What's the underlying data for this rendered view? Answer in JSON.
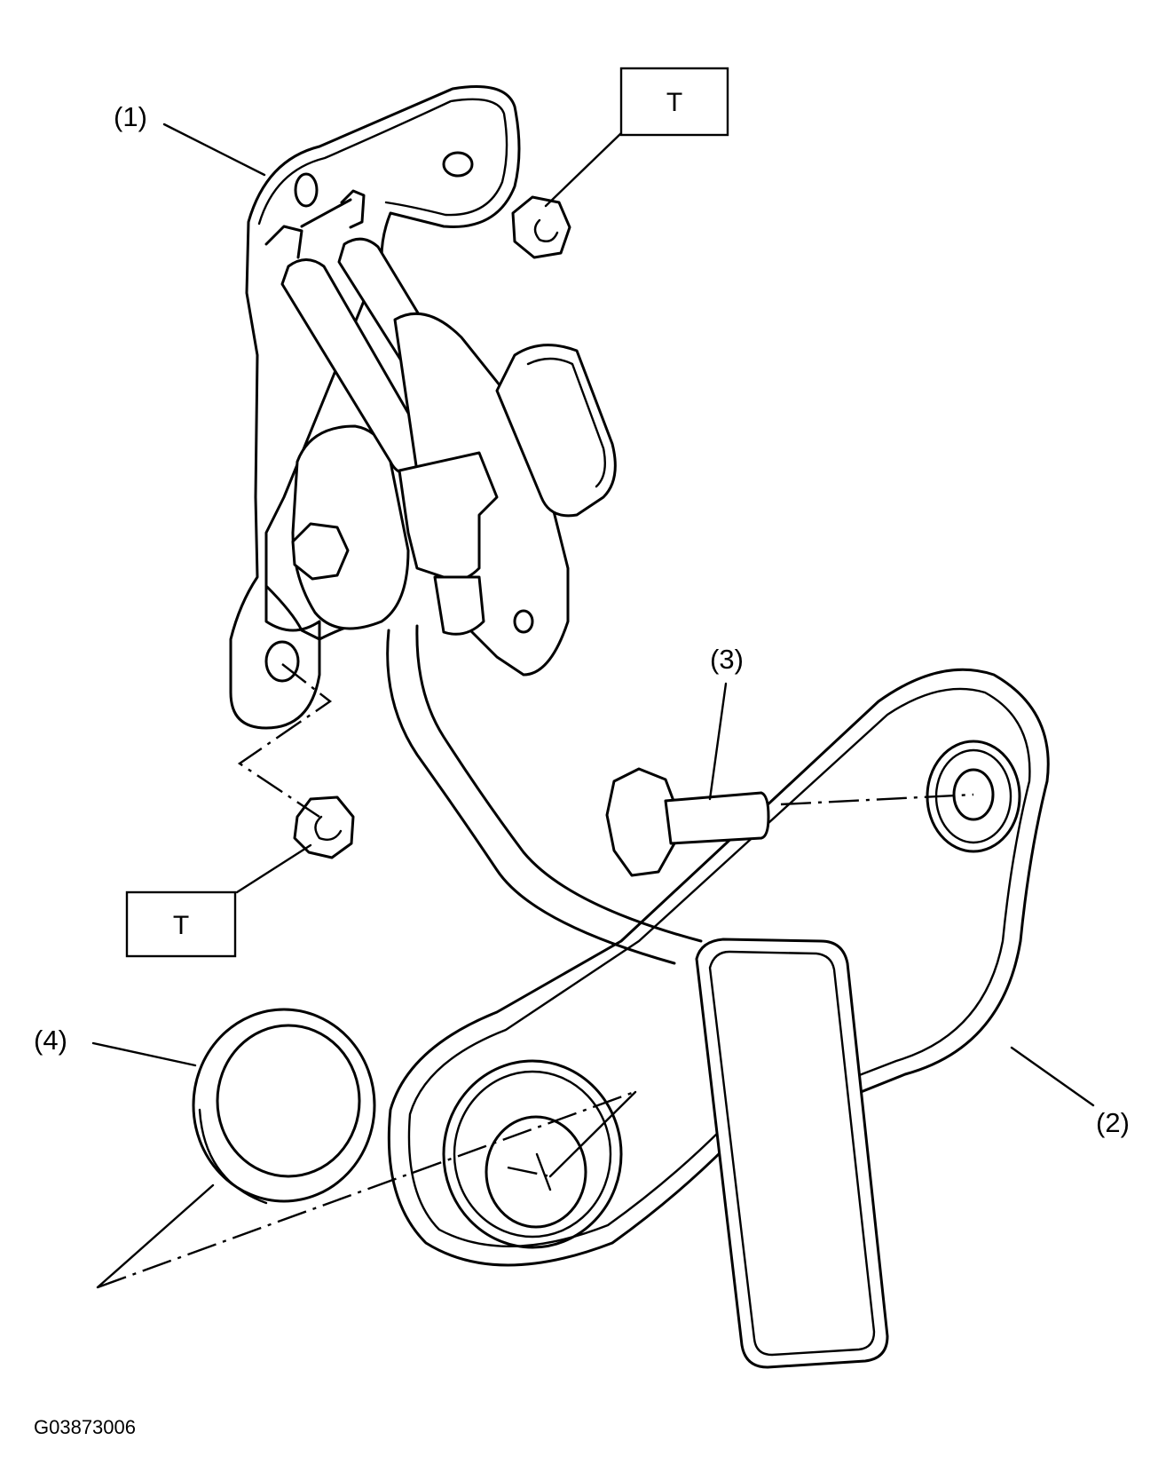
{
  "callouts": {
    "c1": "(1)",
    "c2": "(2)",
    "c3": "(3)",
    "c4": "(4)"
  },
  "torque_marks": {
    "top": "T",
    "bottom": "T"
  },
  "figure_code": "G03873006"
}
